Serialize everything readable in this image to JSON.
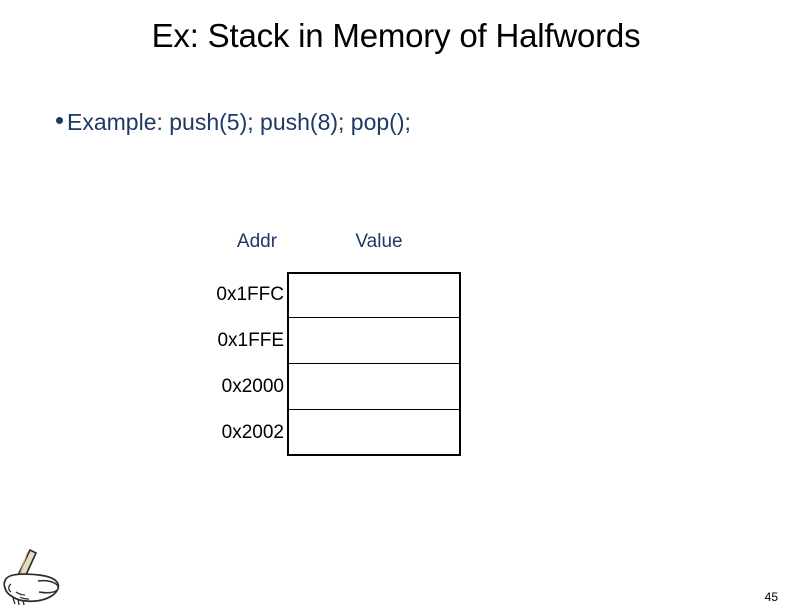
{
  "slide": {
    "title": "Ex: Stack in Memory of Halfwords",
    "page_number": "45",
    "background_color": "#FFFFFF",
    "title_color": "#000000",
    "accent_color": "#1F3864"
  },
  "bullets": [
    {
      "marker": "bullet-dot",
      "text": "Example: push(5); push(8); pop();"
    }
  ],
  "memory_table": {
    "headers": {
      "addr": "Addr",
      "value": "Value"
    },
    "rows": [
      {
        "addr": "0x1FFC",
        "value": ""
      },
      {
        "addr": "0x1FFE",
        "value": ""
      },
      {
        "addr": "0x2000",
        "value": ""
      },
      {
        "addr": "0x2002",
        "value": ""
      }
    ]
  },
  "decoration": {
    "hand_icon_name": "hand-writing-pen-icon"
  }
}
